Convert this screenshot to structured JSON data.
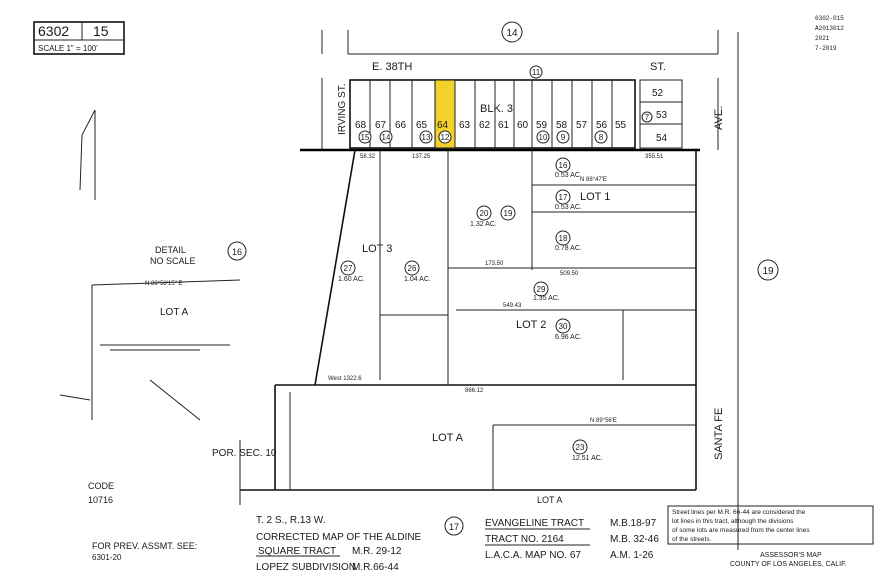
{
  "header": {
    "map_book": "6302",
    "map_page": "15",
    "scale": "SCALE 1\" = 100'",
    "page_circle": "14"
  },
  "streets": {
    "top": "E. 38TH",
    "top_right": "ST.",
    "left": "IRVING ST.",
    "right_ave": "AVE.",
    "right_santa": "SANTA FE"
  },
  "block": {
    "label": "BLK. 3"
  },
  "lots_top": [
    "68",
    "67",
    "66",
    "65",
    "64",
    "63",
    "62",
    "61",
    "60",
    "59",
    "58",
    "57",
    "56",
    "55"
  ],
  "parcels_top": [
    "15",
    "14",
    "13",
    "12",
    "11",
    "10",
    "9",
    "8"
  ],
  "lots_right": [
    "52",
    "53",
    "54"
  ],
  "parcel_circles": [
    "27",
    "26",
    "20",
    "19",
    "16",
    "17",
    "18",
    "29",
    "30",
    "23",
    "7",
    "11"
  ],
  "lot_labels": [
    "LOT 3",
    "LOT 1",
    "LOT 2",
    "LOT A",
    "LOT A"
  ],
  "acreage": [
    "1.60 AC.",
    "1.04 AC.",
    "1.32 AC.",
    "0.53 AC.",
    "0.53 AC.",
    "0.78 AC.",
    "1.35 AC.",
    "6.96 AC.",
    "12.51 AC."
  ],
  "detail": {
    "title": "DETAIL",
    "subtitle": "NO SCALE",
    "circle": "16"
  },
  "right_circle": "19",
  "bottom_circle": "17",
  "por_sec": "POR. SEC. 10",
  "code": {
    "label": "CODE",
    "value": "10716"
  },
  "prev": {
    "label": "FOR PREV. ASSMT. SEE:",
    "value": "6301-20"
  },
  "township": "T. 2 S., R.13 W.",
  "corrected_map": "CORRECTED MAP OF THE ALDINE",
  "square_tract": "SQUARE TRACT",
  "square_ref": "M.R. 29-12",
  "lopez": "LOPEZ SUBDIVISION",
  "lopez_ref": "M.R.66-44",
  "evangeline": "EVANGELINE TRACT",
  "evangeline_ref": "M.B.18-97",
  "tract_no": "TRACT NO. 2164",
  "tract_ref": "M.B. 32-46",
  "laca": "L.A.C.A. MAP NO. 67",
  "laca_ref": "A.M. 1-26",
  "note": [
    "Street lines per M.R. 66-44 are considered the",
    "lot lines in this tract, although the divisions",
    "of some lots are measured from the center lines",
    "of the streets."
  ],
  "assessor": [
    "ASSESSOR'S MAP",
    "COUNTY OF LOS ANGELES, CALIF."
  ],
  "dims": {
    "d1": "137.25",
    "d2": "58.32",
    "d3": "355.51",
    "d4": "509.50",
    "d5": "173.50",
    "d6": "549.43",
    "d7": "West 1322.6",
    "d8": "866.12",
    "d9": "N 89°58'15\" E",
    "d10": "N 88°47'E",
    "d11": "N 89°56'E"
  },
  "stamp": [
    "6302-015",
    "A2013012",
    "2021",
    "7-2019"
  ],
  "colors": {
    "highlight": "#f2d12c",
    "line": "#1a1a1a"
  }
}
